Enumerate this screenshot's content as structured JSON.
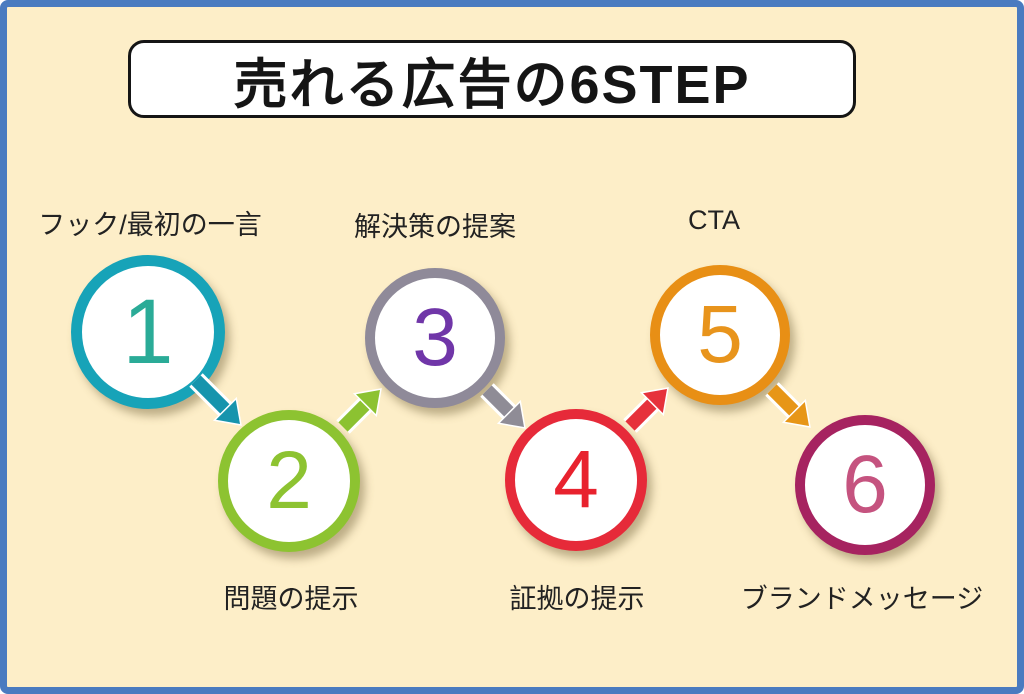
{
  "title": "売れる広告の6STEP",
  "colors": {
    "background": "#fdeec8",
    "frame_border": "#4a7bc0",
    "title_border": "#151515",
    "title_bg": "#ffffff"
  },
  "steps": [
    {
      "number": "1",
      "label": "フック/最初の一言",
      "label_position": "above",
      "ring_color": "#17a3b8",
      "number_color": "#2aab97",
      "arrow_color": "#1694ad"
    },
    {
      "number": "2",
      "label": "問題の提示",
      "label_position": "below",
      "ring_color": "#8dc331",
      "number_color": "#8dc331",
      "arrow_color": "#8cc231"
    },
    {
      "number": "3",
      "label": "解決策の提案",
      "label_position": "above",
      "ring_color": "#8f8a99",
      "number_color": "#7036a8",
      "arrow_color": "#8f8c96"
    },
    {
      "number": "4",
      "label": "証拠の提示",
      "label_position": "below",
      "ring_color": "#e62a39",
      "number_color": "#e8222e",
      "arrow_color": "#e6323c"
    },
    {
      "number": "5",
      "label": "CTA",
      "label_position": "above",
      "ring_color": "#e88f15",
      "number_color": "#e8941c",
      "arrow_color": "#e79617"
    },
    {
      "number": "6",
      "label": "ブランドメッセージ",
      "label_position": "below",
      "ring_color": "#a62360",
      "number_color": "#c5537f",
      "arrow_color": null
    }
  ]
}
